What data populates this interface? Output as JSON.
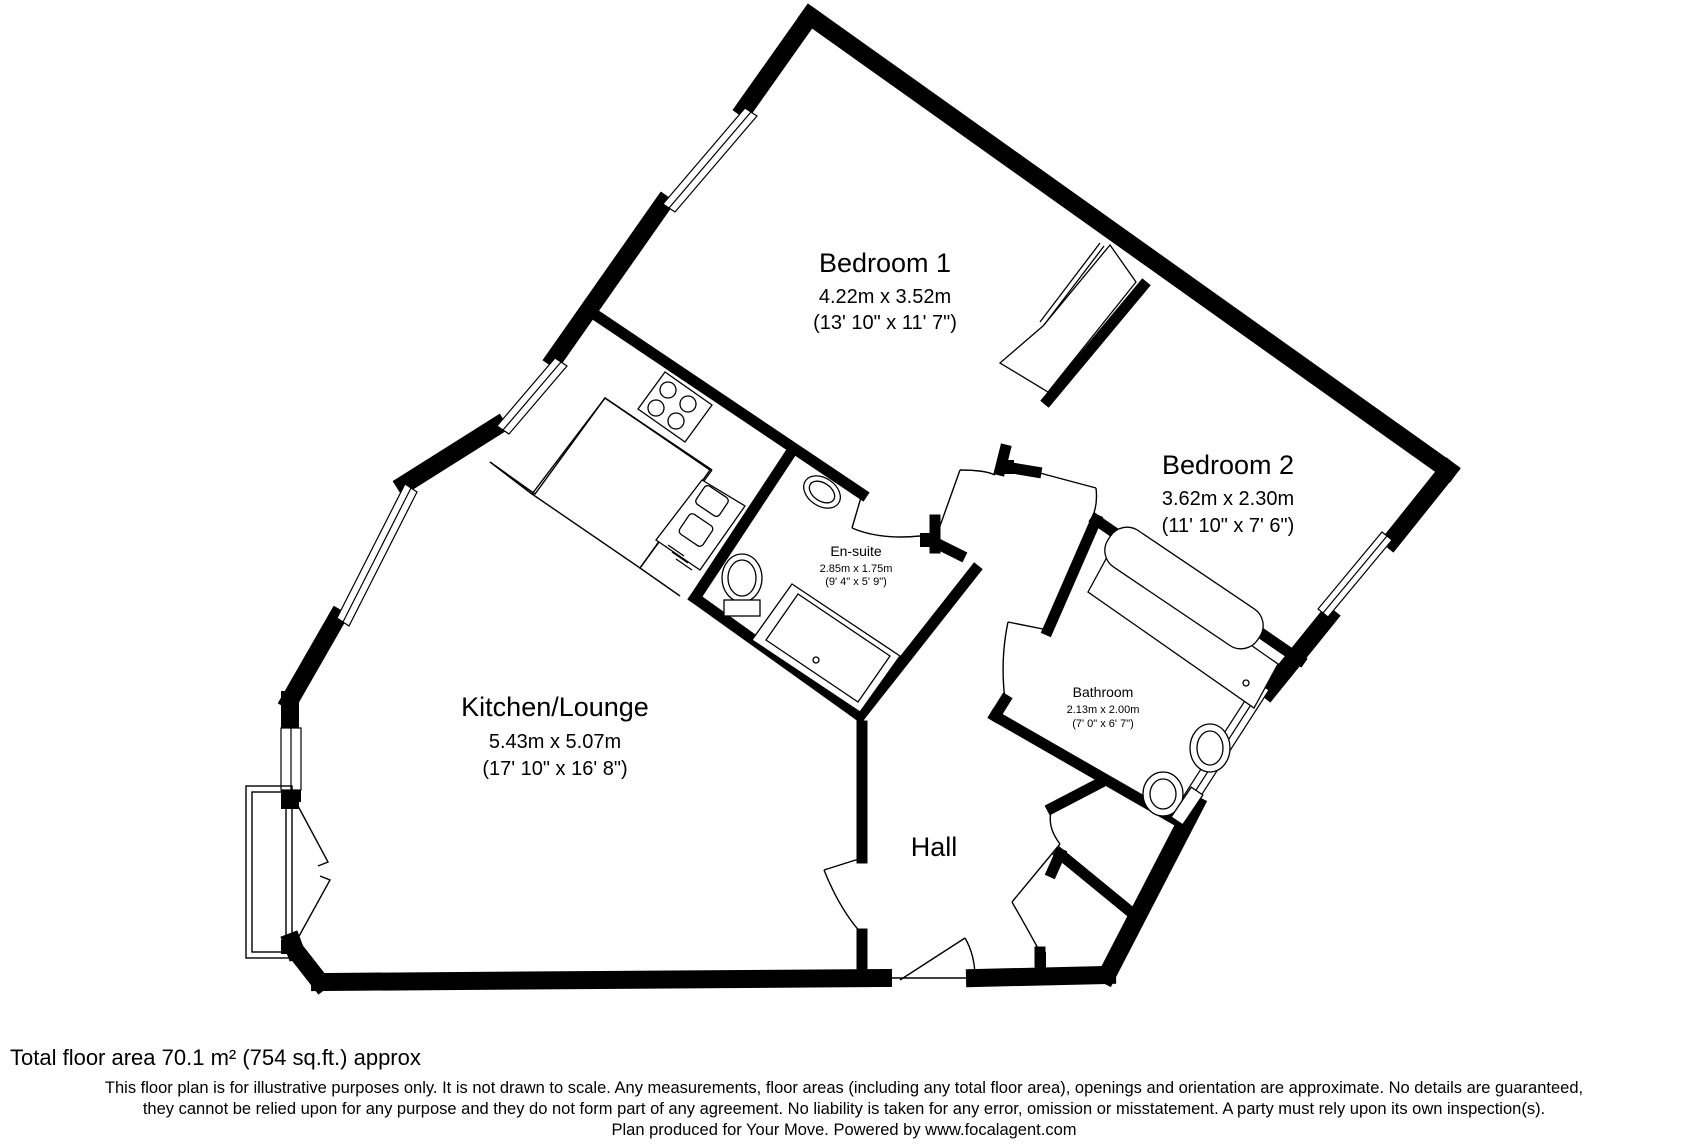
{
  "rooms": {
    "bedroom1": {
      "name": "Bedroom 1",
      "metric": "4.22m x 3.52m",
      "imperial": "(13' 10\" x 11' 7\")"
    },
    "bedroom2": {
      "name": "Bedroom 2",
      "metric": "3.62m x 2.30m",
      "imperial": "(11' 10\" x 7' 6\")"
    },
    "ensuite": {
      "name": "En-suite",
      "metric": "2.85m x 1.75m",
      "imperial": "(9' 4\" x 5' 9\")"
    },
    "bathroom": {
      "name": "Bathroom",
      "metric": "2.13m x 2.00m",
      "imperial": "(7' 0\" x 6' 7\")"
    },
    "kitchen": {
      "name": "Kitchen/Lounge",
      "metric": "5.43m x 5.07m",
      "imperial": "(17' 10\" x 16' 8\")"
    },
    "hall": {
      "name": "Hall"
    }
  },
  "footer": {
    "total_area": "Total floor area 70.1 m² (754 sq.ft.) approx",
    "disclaimer_line1": "This floor plan is for illustrative purposes only. It is not drawn to scale. Any measurements, floor areas (including any total floor area), openings and orientation are approximate. No details are guaranteed,",
    "disclaimer_line2": "they cannot be relied upon for any purpose and they do not form part of any agreement. No liability is taken for any error, omission or misstatement. A party must rely upon its own inspection(s).",
    "credit": "Plan produced for Your Move. Powered by www.focalagent.com"
  }
}
